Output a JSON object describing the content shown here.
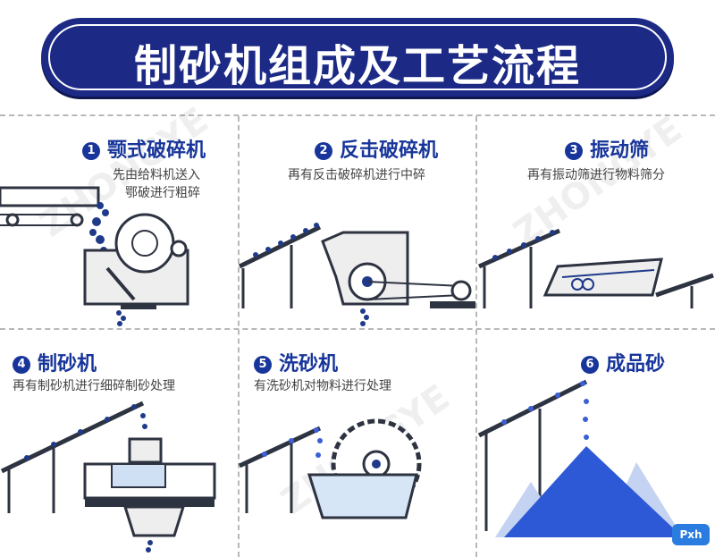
{
  "header": {
    "title": "制砂机组成及工艺流程"
  },
  "steps": [
    {
      "number": "1",
      "name": "颚式破碎机",
      "desc_lines": [
        "先由给料机送入",
        "鄂破进行粗碎"
      ]
    },
    {
      "number": "2",
      "name": "反击破碎机",
      "desc_lines": [
        "再有反击破碎机进行中碎"
      ]
    },
    {
      "number": "3",
      "name": "振动筛",
      "desc_lines": [
        "再有振动筛进行物料筛分"
      ]
    },
    {
      "number": "4",
      "name": "制砂机",
      "desc_lines": [
        "再有制砂机进行细碎制砂处理"
      ]
    },
    {
      "number": "5",
      "name": "洗砂机",
      "desc_lines": [
        "有洗砂机对物料进行处理"
      ]
    },
    {
      "number": "6",
      "name": "成品砂",
      "desc_lines": []
    }
  ],
  "badge": {
    "label": "Pxh"
  },
  "colors": {
    "banner": "#1c2a86",
    "accent": "#17359a",
    "line": "#2d3340",
    "sand": "#3b5fd4"
  }
}
